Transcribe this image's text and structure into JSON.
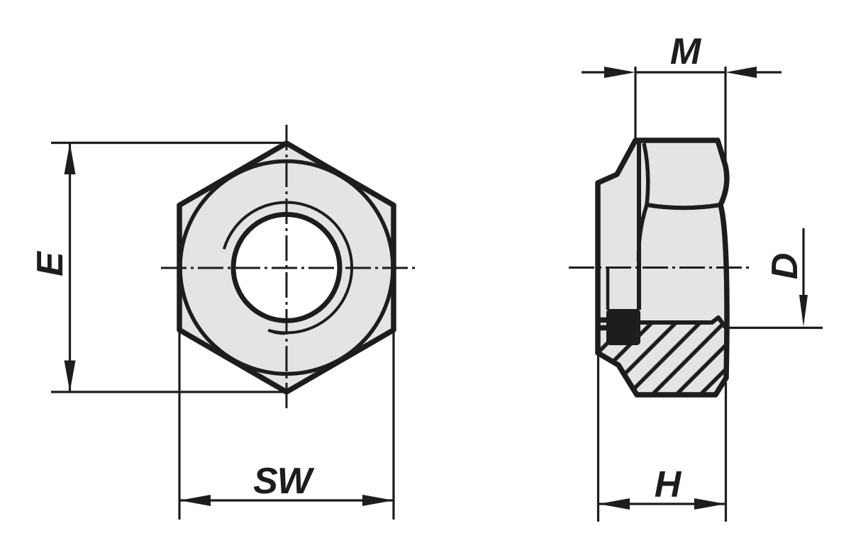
{
  "drawing": {
    "type": "technical-drawing",
    "views": {
      "front_view": "hex-lock-nut-front",
      "side_view": "hex-lock-nut-half-section"
    },
    "labels": {
      "e": "E",
      "sw": "SW",
      "m": "M",
      "d": "D",
      "h": "H"
    },
    "colors": {
      "background": "#ffffff",
      "line": "#1d1d1b",
      "body_fill": "#e4e4e4",
      "insert_fill": "#1d1d1b"
    }
  }
}
